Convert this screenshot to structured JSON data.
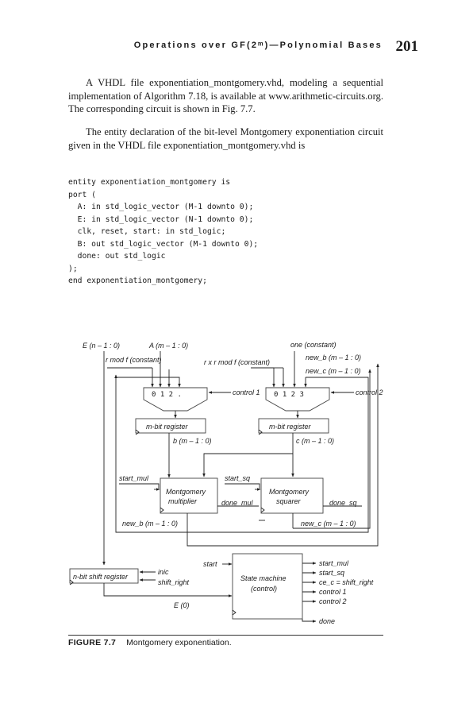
{
  "header": {
    "running_head": "Operations over GF(2ᵐ)—Polynomial Bases",
    "page_number": "201"
  },
  "body": {
    "paragraph_1": "A VHDL file exponentiation_montgomery.vhd, modeling a sequential implementation of Algorithm 7.18, is available at www.arithmetic-circuits.org. The corresponding circuit is shown in Fig. 7.7.",
    "paragraph_2": "The entity declaration of the bit-level Montgomery exponentiation circuit given in the VHDL file exponentiation_montgomery.vhd is"
  },
  "code": "entity exponentiation_montgomery is\nport (\n  A: in std_logic_vector (M-1 downto 0);\n  E: in std_logic_vector (N-1 downto 0);\n  clk, reset, start: in std_logic;\n  B: out std_logic_vector (M-1 downto 0);\n  done: out std_logic\n);\nend exponentiation_montgomery;",
  "figure": {
    "labels": {
      "e_input": "E (n – 1 : 0)",
      "a_input": "A (m – 1 : 0)",
      "r_mod_f": "r mod f (constant)",
      "rxr_mod_f": "r x r mod f (constant)",
      "one_const": "one (constant)",
      "new_b_top": "new_b (m – 1 : 0)",
      "new_c_top": "new_c (m – 1 : 0)",
      "mux1_inputs": "0  1  2  .",
      "mux2_inputs": "0  1  2  3",
      "control1": "control 1",
      "control2": "control 2",
      "mbit_reg_1": "m-bit register",
      "mbit_reg_2": "m-bit register",
      "b_bus": "b (m – 1 : 0)",
      "c_bus": "c (m – 1 : 0)",
      "start_mul": "start_mul",
      "start_sq": "start_sq",
      "mult_line1": "Montgomery",
      "mult_line2": "multiplier",
      "sq_line1": "Montgomery",
      "sq_line2": "squarer",
      "done_mul": "done_mul",
      "done_sq": "done_sq",
      "new_b_out": "new_b (m – 1 : 0)",
      "new_c_out": "new_c (m – 1 : 0)",
      "start_in": "start",
      "shift_reg": "n-bit shift register",
      "inic": "inic",
      "shift_right": "shift_right",
      "e0": "E (0)",
      "sm_line1": "State machine",
      "sm_line2": "(control)",
      "out_start_mul": "start_mul",
      "out_start_sq": "start_sq",
      "out_ce_c": "ce_c = shift_right",
      "out_control1": "control 1",
      "out_control2": "control 2",
      "out_done": "done"
    }
  },
  "caption": {
    "label": "FIGURE 7.7",
    "text": "Montgomery exponentiation."
  }
}
